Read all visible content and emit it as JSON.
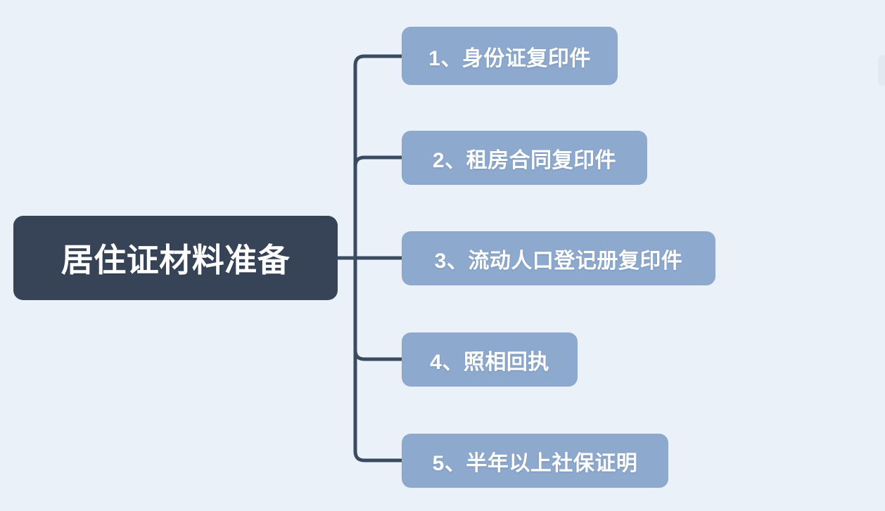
{
  "diagram": {
    "type": "mind-map",
    "orientation": "left-to-right",
    "background_color": "#eaf1f8",
    "connector_color": "#3a4a60",
    "root": {
      "label": "居住证材料准备",
      "fill_color": "#374458",
      "text_color": "#ffffff"
    },
    "branch_style": {
      "fill_color": "#8da9cd",
      "text_color": "#ffffff",
      "stroke_width": 5
    },
    "children": [
      {
        "index": "1",
        "label": "1、身份证复印件"
      },
      {
        "index": "2",
        "label": "2、租房合同复印件"
      },
      {
        "index": "3",
        "label": "3、流动人口登记册复印件"
      },
      {
        "index": "4",
        "label": "4、照相回执"
      },
      {
        "index": "5",
        "label": "5、半年以上社保证明"
      }
    ]
  }
}
